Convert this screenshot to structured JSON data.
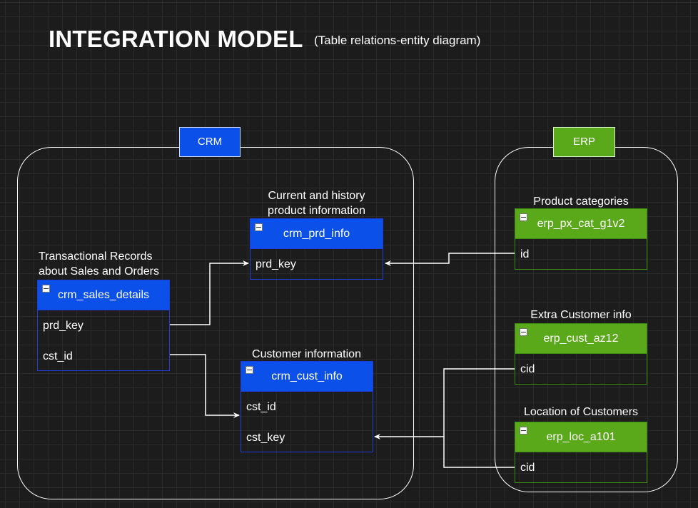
{
  "header": {
    "title": "INTEGRATION MODEL",
    "subtitle": "(Table relations-entity diagram)"
  },
  "groups": {
    "crm": {
      "label": "CRM",
      "color": "#0b50e8"
    },
    "erp": {
      "label": "ERP",
      "color": "#5aa91a"
    }
  },
  "tables": {
    "crm_sales_details": {
      "caption_line1": "Transactional Records",
      "caption_line2": "about Sales and Orders",
      "name": "crm_sales_details",
      "fields": [
        "prd_key",
        "cst_id"
      ]
    },
    "crm_prd_info": {
      "caption_line1": "Current and history",
      "caption_line2": "product information",
      "name": "crm_prd_info",
      "fields": [
        "prd_key"
      ]
    },
    "crm_cust_info": {
      "caption": "Customer information",
      "name": "crm_cust_info",
      "fields": [
        "cst_id",
        "cst_key"
      ]
    },
    "erp_px_cat_g1v2": {
      "caption": "Product categories",
      "name": "erp_px_cat_g1v2",
      "fields": [
        "id"
      ]
    },
    "erp_cust_az12": {
      "caption": "Extra Customer info",
      "name": "erp_cust_az12",
      "fields": [
        "cid"
      ]
    },
    "erp_loc_a101": {
      "caption": "Location of Customers",
      "name": "erp_loc_a101",
      "fields": [
        "cid"
      ]
    }
  },
  "relations": [
    {
      "from": "crm_sales_details.prd_key",
      "to": "crm_prd_info.prd_key"
    },
    {
      "from": "crm_sales_details.cst_id",
      "to": "crm_cust_info.cst_id"
    },
    {
      "from": "erp_px_cat_g1v2.id",
      "to": "crm_prd_info.prd_key"
    },
    {
      "from": "erp_cust_az12.cid",
      "to": "crm_cust_info.cst_key"
    },
    {
      "from": "erp_loc_a101.cid",
      "to": "crm_cust_info.cst_key"
    }
  ]
}
